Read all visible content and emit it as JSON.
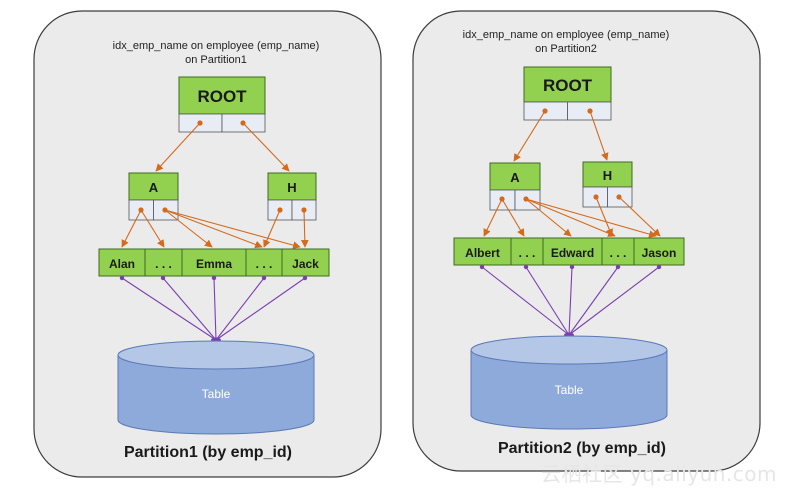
{
  "partitions": [
    {
      "caption_line1": "idx_emp_name on employee (emp_name)",
      "caption_line2": "on Partition1",
      "root_label": "ROOT",
      "branches": [
        "A",
        "H"
      ],
      "leaves": [
        "Alan",
        ". . .",
        "Emma",
        ". . .",
        "Jack"
      ],
      "table_label": "Table",
      "title": "Partition1 (by emp_id)"
    },
    {
      "caption_line1": "idx_emp_name on employee (emp_name)",
      "caption_line2": "on Partition2",
      "root_label": "ROOT",
      "branches": [
        "A",
        "H"
      ],
      "leaves": [
        "Albert",
        ". . .",
        "Edward",
        ". . .",
        "Jason"
      ],
      "table_label": "Table",
      "title": "Partition2 (by emp_id)"
    }
  ],
  "watermark": "云栖社区 yq.aliyun.com",
  "colors": {
    "panel_fill": "#ebebeb",
    "panel_stroke": "#3c3c3c",
    "node_fill": "#92d050",
    "node_stroke": "#3d6b20",
    "pointer_cell": "#e8ecf4",
    "pointer_arrow": "#d46a1c",
    "table_link": "#7a3fb0",
    "cylinder_fill": "#8eaadb",
    "cylinder_stroke": "#5b79b5"
  }
}
